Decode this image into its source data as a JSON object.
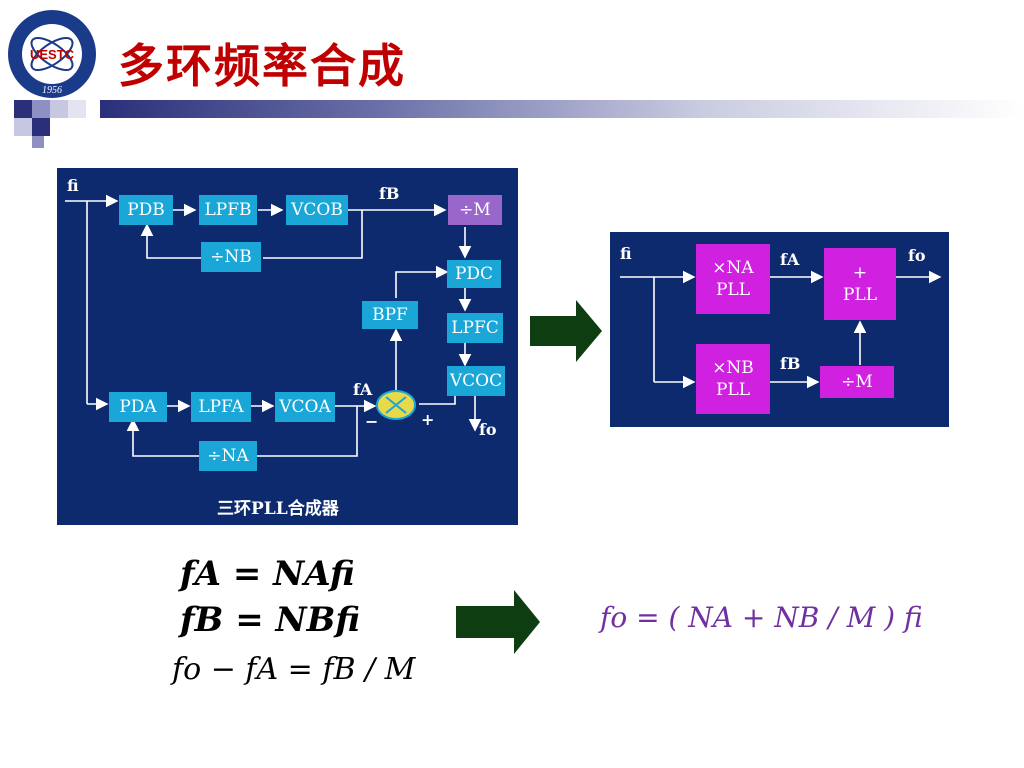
{
  "slide": {
    "title": "多环频率合成",
    "logo_text": "UESTC",
    "logo_year": "1956"
  },
  "left_diagram": {
    "caption": "三环PLL合成器",
    "blocks": {
      "pd_b": "PDB",
      "lpf_b": "LPFB",
      "vco_b": "VCOB",
      "div_nb": "÷NB",
      "div_m": "÷M",
      "pd_c": "PDC",
      "bpf": "BPF",
      "lpf_c": "LPFC",
      "vco_c": "VCOC",
      "pd_a": "PDA",
      "lpf_a": "LPFA",
      "vco_a": "VCOA",
      "div_na": "÷NA"
    },
    "signals": {
      "fi": "fi",
      "fb": "fB",
      "fa": "fA",
      "fo": "fo",
      "minus": "−",
      "plus": "+"
    }
  },
  "right_diagram": {
    "blocks": {
      "pll_a_line1": "×NA",
      "pll_a_line2": "PLL",
      "pll_b_line1": "×NB",
      "pll_b_line2": "PLL",
      "sum_line1": "+",
      "sum_line2": "PLL",
      "div_m": "÷M"
    },
    "signals": {
      "fi": "fi",
      "fa": "fA",
      "fb": "fB",
      "fo": "fo"
    }
  },
  "equations": {
    "eq1": "fA = NAfi",
    "eq2": "fB = NBfi",
    "eq3": "fo − fA = fB / M",
    "result": "fo = ( NA + NB / M ) fi"
  },
  "colors": {
    "title": "#c00000",
    "panel_bg": "#0d2a6e",
    "block_cyan": "#1aa7d8",
    "block_magenta": "#d020e0",
    "arrow_green": "#0f3d12",
    "result_purple": "#7030a0"
  }
}
